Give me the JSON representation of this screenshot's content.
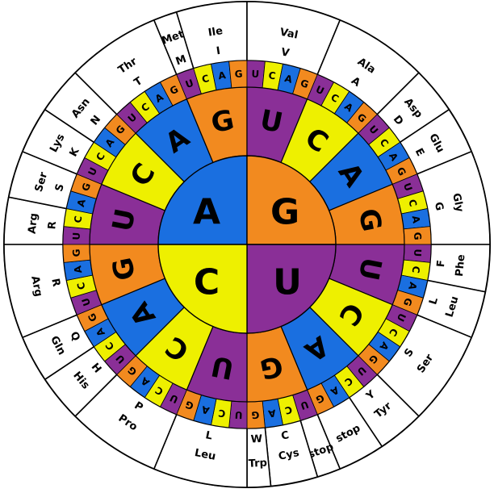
{
  "colors": {
    "A": "#1a6fe0",
    "G": "#f28a1f",
    "U": "#8a2f97",
    "C": "#eef000",
    "outline": "#000000",
    "background": "#ffffff"
  },
  "center_order": [
    "A",
    "G",
    "U",
    "C"
  ],
  "second_order": [
    "U",
    "C",
    "A",
    "G"
  ],
  "third_order": [
    "U",
    "C",
    "A",
    "G"
  ],
  "amino_acids": [
    {
      "code": "R",
      "name": "Arg",
      "span": 2
    },
    {
      "code": "S",
      "name": "Ser",
      "span": 2
    },
    {
      "code": "K",
      "name": "Lys",
      "span": 2
    },
    {
      "code": "N",
      "name": "Asn",
      "span": 2
    },
    {
      "code": "T",
      "name": "Thr",
      "span": 4
    },
    {
      "code": "M",
      "name": "Met",
      "span": 1
    },
    {
      "code": "I",
      "name": "Ile",
      "span": 3
    },
    {
      "code": "V",
      "name": "Val",
      "span": 4
    },
    {
      "code": "A",
      "name": "Ala",
      "span": 4
    },
    {
      "code": "D",
      "name": "Asp",
      "span": 2
    },
    {
      "code": "E",
      "name": "Glu",
      "span": 2
    },
    {
      "code": "G",
      "name": "Gly",
      "span": 4
    },
    {
      "code": "F",
      "name": "Phe",
      "span": 2
    },
    {
      "code": "L",
      "name": "Leu",
      "span": 2
    },
    {
      "code": "S",
      "name": "Ser",
      "span": 4
    },
    {
      "code": "Y",
      "name": "Tyr",
      "span": 2
    },
    {
      "code": "",
      "name": "stop",
      "span": 2
    },
    {
      "code": "",
      "name": "stop",
      "span": 1
    },
    {
      "code": "C",
      "name": "Cys",
      "span": 2
    },
    {
      "code": "W",
      "name": "Trp",
      "span": 1
    },
    {
      "code": "L",
      "name": "Leu",
      "span": 4
    },
    {
      "code": "P",
      "name": "Pro",
      "span": 4
    },
    {
      "code": "H",
      "name": "His",
      "span": 2
    },
    {
      "code": "Q",
      "name": "Gln",
      "span": 2
    },
    {
      "code": "R",
      "name": "Arg",
      "span": 4
    }
  ]
}
